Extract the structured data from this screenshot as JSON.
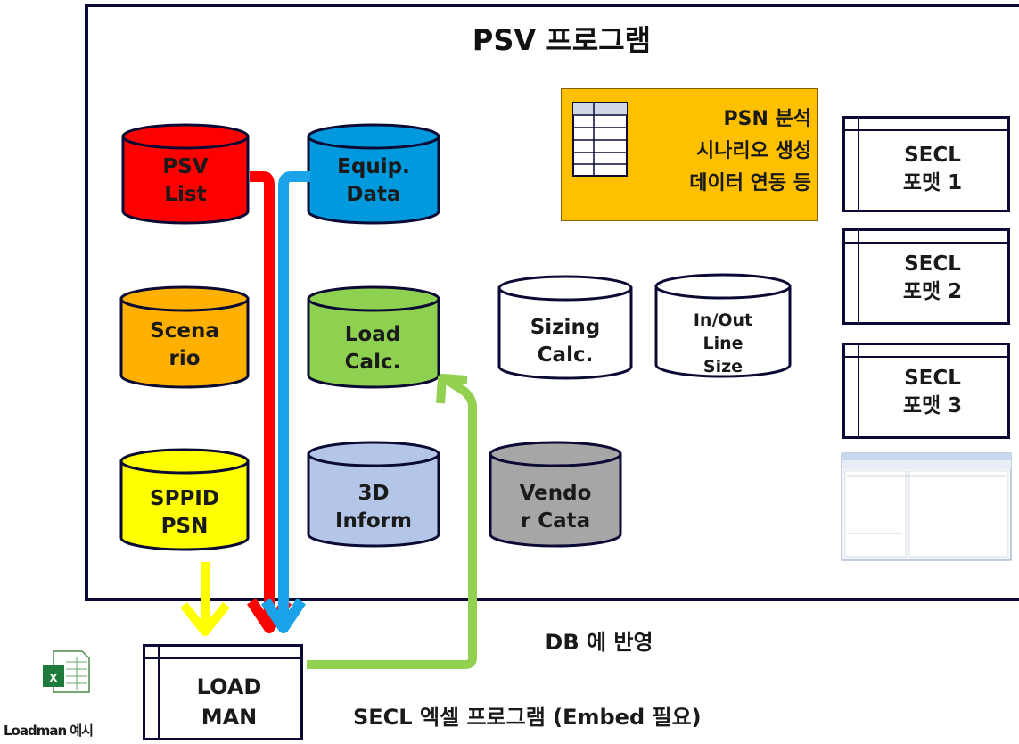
{
  "title": "PSV 프로그램",
  "databases": {
    "psv_list": {
      "lines": [
        "PSV",
        "List"
      ],
      "color": "#ff0000"
    },
    "equip_data": {
      "lines": [
        "Equip.",
        "Data"
      ],
      "color": "#0099dd"
    },
    "scenario": {
      "lines": [
        "Scena",
        "rio"
      ],
      "color": "#ffb000"
    },
    "load_calc": {
      "lines": [
        "Load",
        "Calc."
      ],
      "color": "#8ed04f"
    },
    "sizing_calc": {
      "lines": [
        "Sizing",
        "Calc."
      ],
      "color": "#ffffff"
    },
    "inout_line": {
      "lines": [
        "In/Out",
        "Line",
        "Size"
      ],
      "color": "#ffffff"
    },
    "sppid_psn": {
      "lines": [
        "SPPID",
        "PSN"
      ],
      "color": "#ffff00"
    },
    "3d_inform": {
      "lines": [
        "3D",
        "Inform"
      ],
      "color": "#b4c6e7"
    },
    "vendor_cata": {
      "lines": [
        "Vendo",
        "r Cata"
      ],
      "color": "#a6a6a6"
    }
  },
  "psn_box": {
    "lines": [
      "PSN 분석",
      "시나리오 생성",
      "데이터 연동 등"
    ],
    "color": "#ffc000"
  },
  "secl_formats": [
    {
      "lines": [
        "SECL",
        "포맷 1"
      ]
    },
    {
      "lines": [
        "SECL",
        "포맷 2"
      ]
    },
    {
      "lines": [
        "SECL",
        "포맷 3"
      ]
    }
  ],
  "loadman_box": {
    "lines": [
      "LOAD",
      "MAN"
    ]
  },
  "db_reflect": "DB 에 반영",
  "secl_excel": "SECL 엑셀 프로그램 (Embed 필요)",
  "excel_caption": "Loadman 예시",
  "excel_icon": "excel-file-icon",
  "arrows": {
    "yellow": "#ffff00",
    "red": "#ff0000",
    "blue": "#1aa3e8",
    "green": "#92d050"
  }
}
